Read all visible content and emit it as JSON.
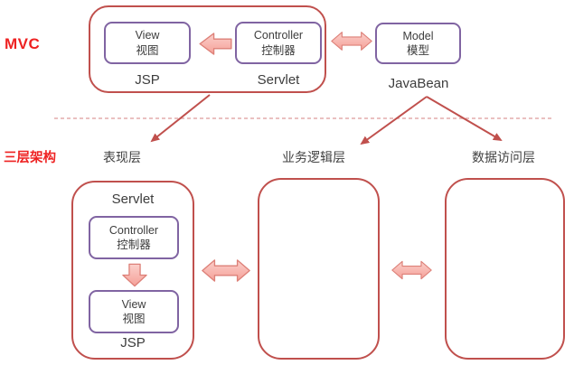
{
  "colors": {
    "container_border": "#c0504d",
    "box_border": "#8064a2",
    "arrow_fill": "#f5a8a0",
    "arrow_fill_light": "#fbd0cb",
    "arrow_stroke": "#dd8078",
    "accent_text": "#ee2222",
    "text": "#3d3d3d",
    "divider_line": "#e4abab"
  },
  "labels": {
    "mvc": "MVC",
    "three_tier": "三层架构",
    "presentation_layer": "表现层",
    "business_layer": "业务逻辑层",
    "data_access_layer": "数据访问层"
  },
  "mvc_row": {
    "view_en": "View",
    "view_zh": "视图",
    "controller_en": "Controller",
    "controller_zh": "控制器",
    "model_en": "Model",
    "model_zh": "模型",
    "jsp": "JSP",
    "servlet": "Servlet",
    "javabean": "JavaBean"
  },
  "tier_row": {
    "servlet": "Servlet",
    "controller_en": "Controller",
    "controller_zh": "控制器",
    "view_en": "View",
    "view_zh": "视图",
    "jsp": "JSP"
  }
}
